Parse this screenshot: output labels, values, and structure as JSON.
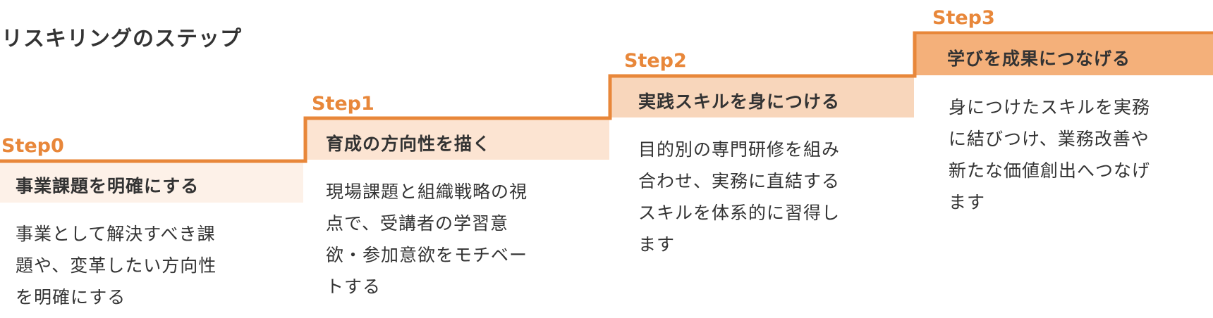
{
  "title": "リスキリングのステップ",
  "colors": {
    "accent": "#e8873a",
    "box0": "#fdf1e8",
    "box1": "#fce4d2",
    "box2": "#f8d6bb",
    "box3": "#f4b07a"
  },
  "steps": [
    {
      "label": "Step0",
      "heading": "事業課題を明確にする",
      "lines": [
        "事業として解決すべき課",
        "題や、変革したい方向性",
        "を明確にする"
      ]
    },
    {
      "label": "Step1",
      "heading": "育成の方向性を描く",
      "lines": [
        "現場課題と組織戦略の視",
        "点で、受講者の学習意",
        "欲・参加意欲をモチベー",
        "トする"
      ]
    },
    {
      "label": "Step2",
      "heading": "実践スキルを身につける",
      "lines": [
        "目的別の専門研修を組み",
        "合わせ、実務に直結する",
        "スキルを体系的に習得し",
        "ます"
      ]
    },
    {
      "label": "Step3",
      "heading": "学びを成果につなげる",
      "lines": [
        "身につけたスキルを実務",
        "に結びつけ、業務改善や",
        "新たな価値創出へつなげ",
        "ます"
      ]
    }
  ]
}
